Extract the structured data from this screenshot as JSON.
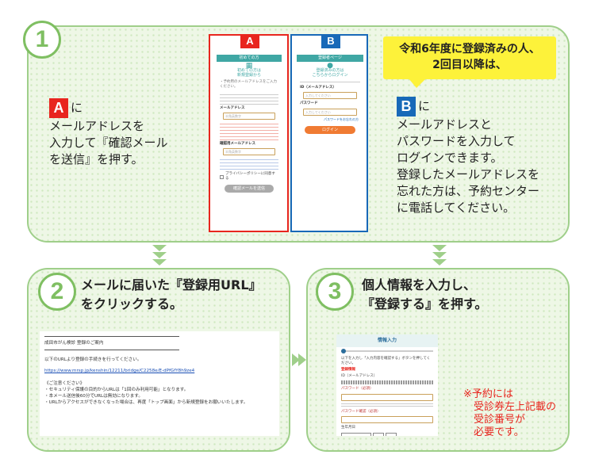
{
  "step1": {
    "number": "1",
    "badge_a": "A",
    "badge_a_suffix": "に",
    "instruction_a": [
      "メールアドレスを",
      "入力して『確認メール",
      "を送信』を押す。"
    ],
    "callout": [
      "令和6年度に登録済みの人、",
      "2回目以降は、"
    ],
    "badge_b": "B",
    "badge_b_suffix": "に",
    "instruction_b": [
      "メールアドレスと",
      "パスワードを入力して",
      "ログインできます。",
      "登録したメールアドレスを",
      "忘れた方は、予約センター",
      "に電話してください。"
    ],
    "screen_a": {
      "header": "初めての方",
      "heading": [
        "初めての方は",
        "新規登録から"
      ],
      "intro": "・予約用のメールアドレスをご入力ください。",
      "email_label": "メールアドレス",
      "email_placeholder": "半角英数字",
      "email_confirm_label": "確認用メールアドレス",
      "email_confirm_placeholder": "半角英数字",
      "agree_text": "プライバシーポリシーに同意する",
      "submit": "確認メールを送信"
    },
    "screen_b": {
      "header": "登録者ページ",
      "heading": [
        "登録済みの方は",
        "こちらからログイン"
      ],
      "id_label": "ID（メールアドレス）",
      "id_placeholder": "入力してください",
      "pw_label": "パスワード",
      "pw_placeholder": "入力してください",
      "forgot": "パスワードをお忘れの方",
      "login": "ログイン"
    }
  },
  "step2": {
    "number": "2",
    "title": [
      "メールに届いた『登録用URL』",
      "をクリックする。"
    ],
    "email": {
      "sender": "成田市がん検診 登録のご案内",
      "body": "以下のURLより登録の手続きを行ってください。",
      "url": "https://www.mrsp.jp/kenshin/12211/bridge/C2258e/E-dPfGfY8h9ze4",
      "note_title": "《ご注意ください》",
      "notes": [
        "・セキュリティ保護の目的からURLは「1回のみ利用可能」となります。",
        "・本メール送信後60分でURLは無効になります。",
        "・URLからアクセスができなくなった場合は、再度「トップ画面」から新規登録をお願いいたします。"
      ]
    }
  },
  "step3": {
    "number": "3",
    "title": [
      "個人情報を入力し、",
      "『登録する』を押す。"
    ],
    "form": {
      "header": "情報入力",
      "caption": "以下を入力し「入力内容を確認する」ボタンを押してください。",
      "section": "登録情報",
      "email_label": "ID（メールアドレス）",
      "password_label": "パスワード（必須）",
      "password_confirm_label": "パスワード確認（必須）",
      "dob_label": "生年月日"
    },
    "note": [
      "※予約には",
      "受診券左上記載の",
      "受診番号が",
      "必要です。"
    ]
  },
  "colors": {
    "green": "#7fbf62",
    "red": "#e8251e",
    "blue": "#1869b8",
    "yellow": "#fdf23a",
    "note_red": "#e8251e"
  }
}
